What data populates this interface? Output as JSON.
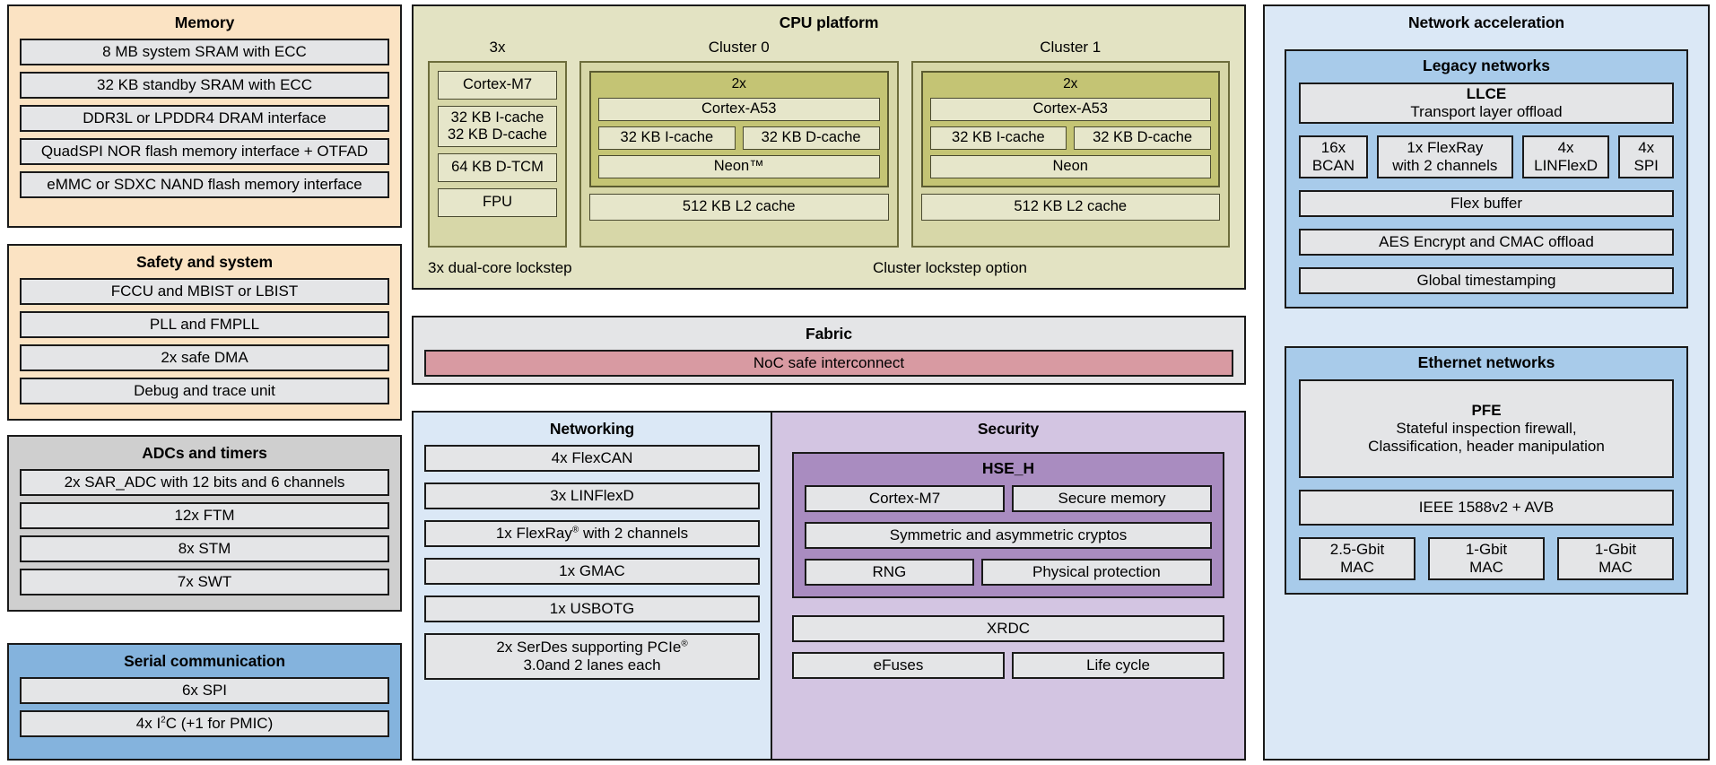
{
  "memory": {
    "title": "Memory",
    "items": [
      "8 MB system SRAM with ECC",
      "32 KB standby SRAM with ECC",
      "DDR3L or LPDDR4 DRAM interface",
      "QuadSPI NOR flash memory interface + OTFAD",
      "eMMC or SDXC NAND flash memory interface"
    ]
  },
  "safety": {
    "title": "Safety and system",
    "items": [
      "FCCU and MBIST or LBIST",
      "PLL and FMPLL",
      "2x safe DMA",
      "Debug and trace unit"
    ]
  },
  "adcs": {
    "title": "ADCs and timers",
    "items": [
      "2x SAR_ADC with 12 bits and 6 channels",
      "12x FTM",
      "8x STM",
      "7x SWT"
    ]
  },
  "serial": {
    "title": "Serial communication",
    "items": [
      "6x SPI",
      "4x I2C (+1 for PMIC)"
    ]
  },
  "cpu": {
    "title": "CPU platform",
    "m7": {
      "multiplier": "3x",
      "items": [
        "Cortex-M7",
        "32 KB I-cache\n32 KB D-cache",
        "64 KB D-TCM",
        "FPU"
      ],
      "core": "Cortex-M7",
      "cache": "32 KB I-cache",
      "cache2": "32 KB D-cache",
      "dtcm": "64 KB D-TCM",
      "fpu": "FPU"
    },
    "cluster0": {
      "label": "Cluster 0",
      "multiplier": "2x",
      "core": "Cortex-A53",
      "icache": "32 KB I-cache",
      "dcache": "32 KB D-cache",
      "neon": "Neon™",
      "l2": "512 KB L2 cache"
    },
    "cluster1": {
      "label": "Cluster 1",
      "multiplier": "2x",
      "core": "Cortex-A53",
      "icache": "32 KB I-cache",
      "dcache": "32 KB D-cache",
      "neon": "Neon",
      "l2": "512 KB L2 cache"
    },
    "footnote_left": "3x dual-core lockstep",
    "footnote_right": "Cluster lockstep option"
  },
  "fabric": {
    "title": "Fabric",
    "interconnect": "NoC safe interconnect"
  },
  "networking": {
    "title": "Networking",
    "items": [
      "4x FlexCAN",
      "3x LINFlexD",
      "1x FlexRay® with 2 channels",
      "1x GMAC",
      "1x USBOTG",
      "2x SerDes supporting PCIe®\n3.0and 2 lanes each"
    ]
  },
  "security": {
    "title": "Security",
    "hse": {
      "title": "HSE_H",
      "cortex": "Cortex-M7",
      "secure_memory": "Secure memory",
      "cryptos": "Symmetric and asymmetric cryptos",
      "rng": "RNG",
      "physical_protection": "Physical protection"
    },
    "xrdc": "XRDC",
    "efuses": "eFuses",
    "lifecycle": "Life cycle"
  },
  "netaccel": {
    "title": "Network acceleration",
    "legacy": {
      "title": "Legacy networks",
      "llce_title": "LLCE",
      "llce_sub": "Transport layer offload",
      "small_blocks": [
        "16x\nBCAN",
        "1x FlexRay\nwith 2 channels",
        "4x\nLINFlexD",
        "4x\nSPI"
      ],
      "flex_buffer": "Flex buffer",
      "aes": "AES Encrypt and CMAC offload",
      "timestamping": "Global timestamping"
    },
    "ethernet": {
      "title": "Ethernet networks",
      "pfe_title": "PFE",
      "pfe_sub1": "Stateful inspection firewall,",
      "pfe_sub2": "Classification, header manipulation",
      "ieee": "IEEE 1588v2 + AVB",
      "macs": [
        "2.5-Gbit\nMAC",
        "1-Gbit\nMAC",
        "1-Gbit\nMAC"
      ]
    }
  },
  "colors": {
    "peach": "#fbe3c3",
    "gray": "#cfcfcf",
    "blue": "#84b3dd",
    "olive": "#e3e3c3",
    "olive_inner": "#cfcf88",
    "light_gray": "#e4e5e7",
    "light_blue": "#dbe8f6",
    "mid_blue": "#a8cbea",
    "lilac": "#d3c5e2",
    "purple": "#a98cc0",
    "rose": "#d89aa2",
    "border": "#1a1a1a"
  }
}
